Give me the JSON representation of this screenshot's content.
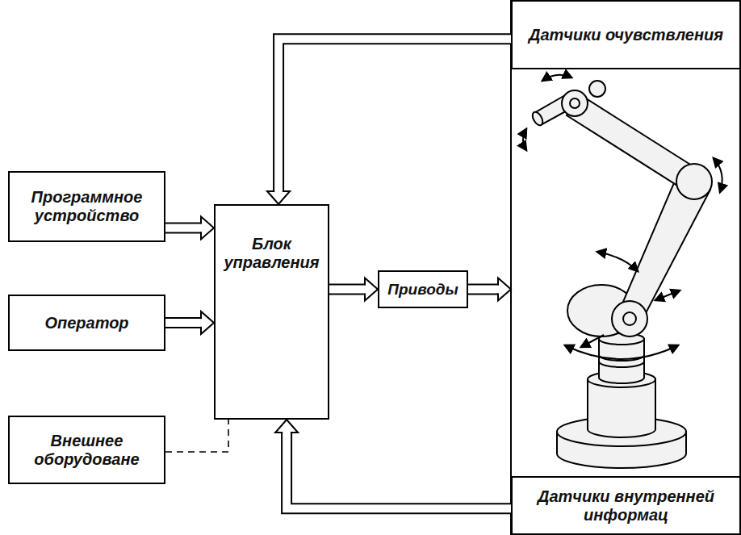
{
  "diagram": {
    "nodes": [
      {
        "text": [
          "Программное устройство"
        ]
      },
      {
        "text": [
          "Оператор"
        ]
      },
      {
        "text": [
          "Внешнее оборудоване"
        ]
      },
      {
        "text": [
          "Блок управления"
        ]
      },
      {
        "text": [
          "Приводы"
        ]
      },
      {
        "text": [
          "Датчики очувствления"
        ]
      },
      {
        "text": [
          "Датчики внутренней информац"
        ]
      }
    ],
    "edges": [
      {
        "from": 0,
        "to": 3,
        "arrow": "to"
      },
      {
        "from": 1,
        "to": 3,
        "arrow": "to"
      },
      {
        "from": 2,
        "to": 3,
        "arrow": "none"
      },
      {
        "from": 3,
        "to": 4,
        "arrow": "to"
      },
      {
        "from": 5,
        "to": 3,
        "arrow": "to"
      },
      {
        "from": 6,
        "to": 3,
        "arrow": "to"
      }
    ]
  }
}
